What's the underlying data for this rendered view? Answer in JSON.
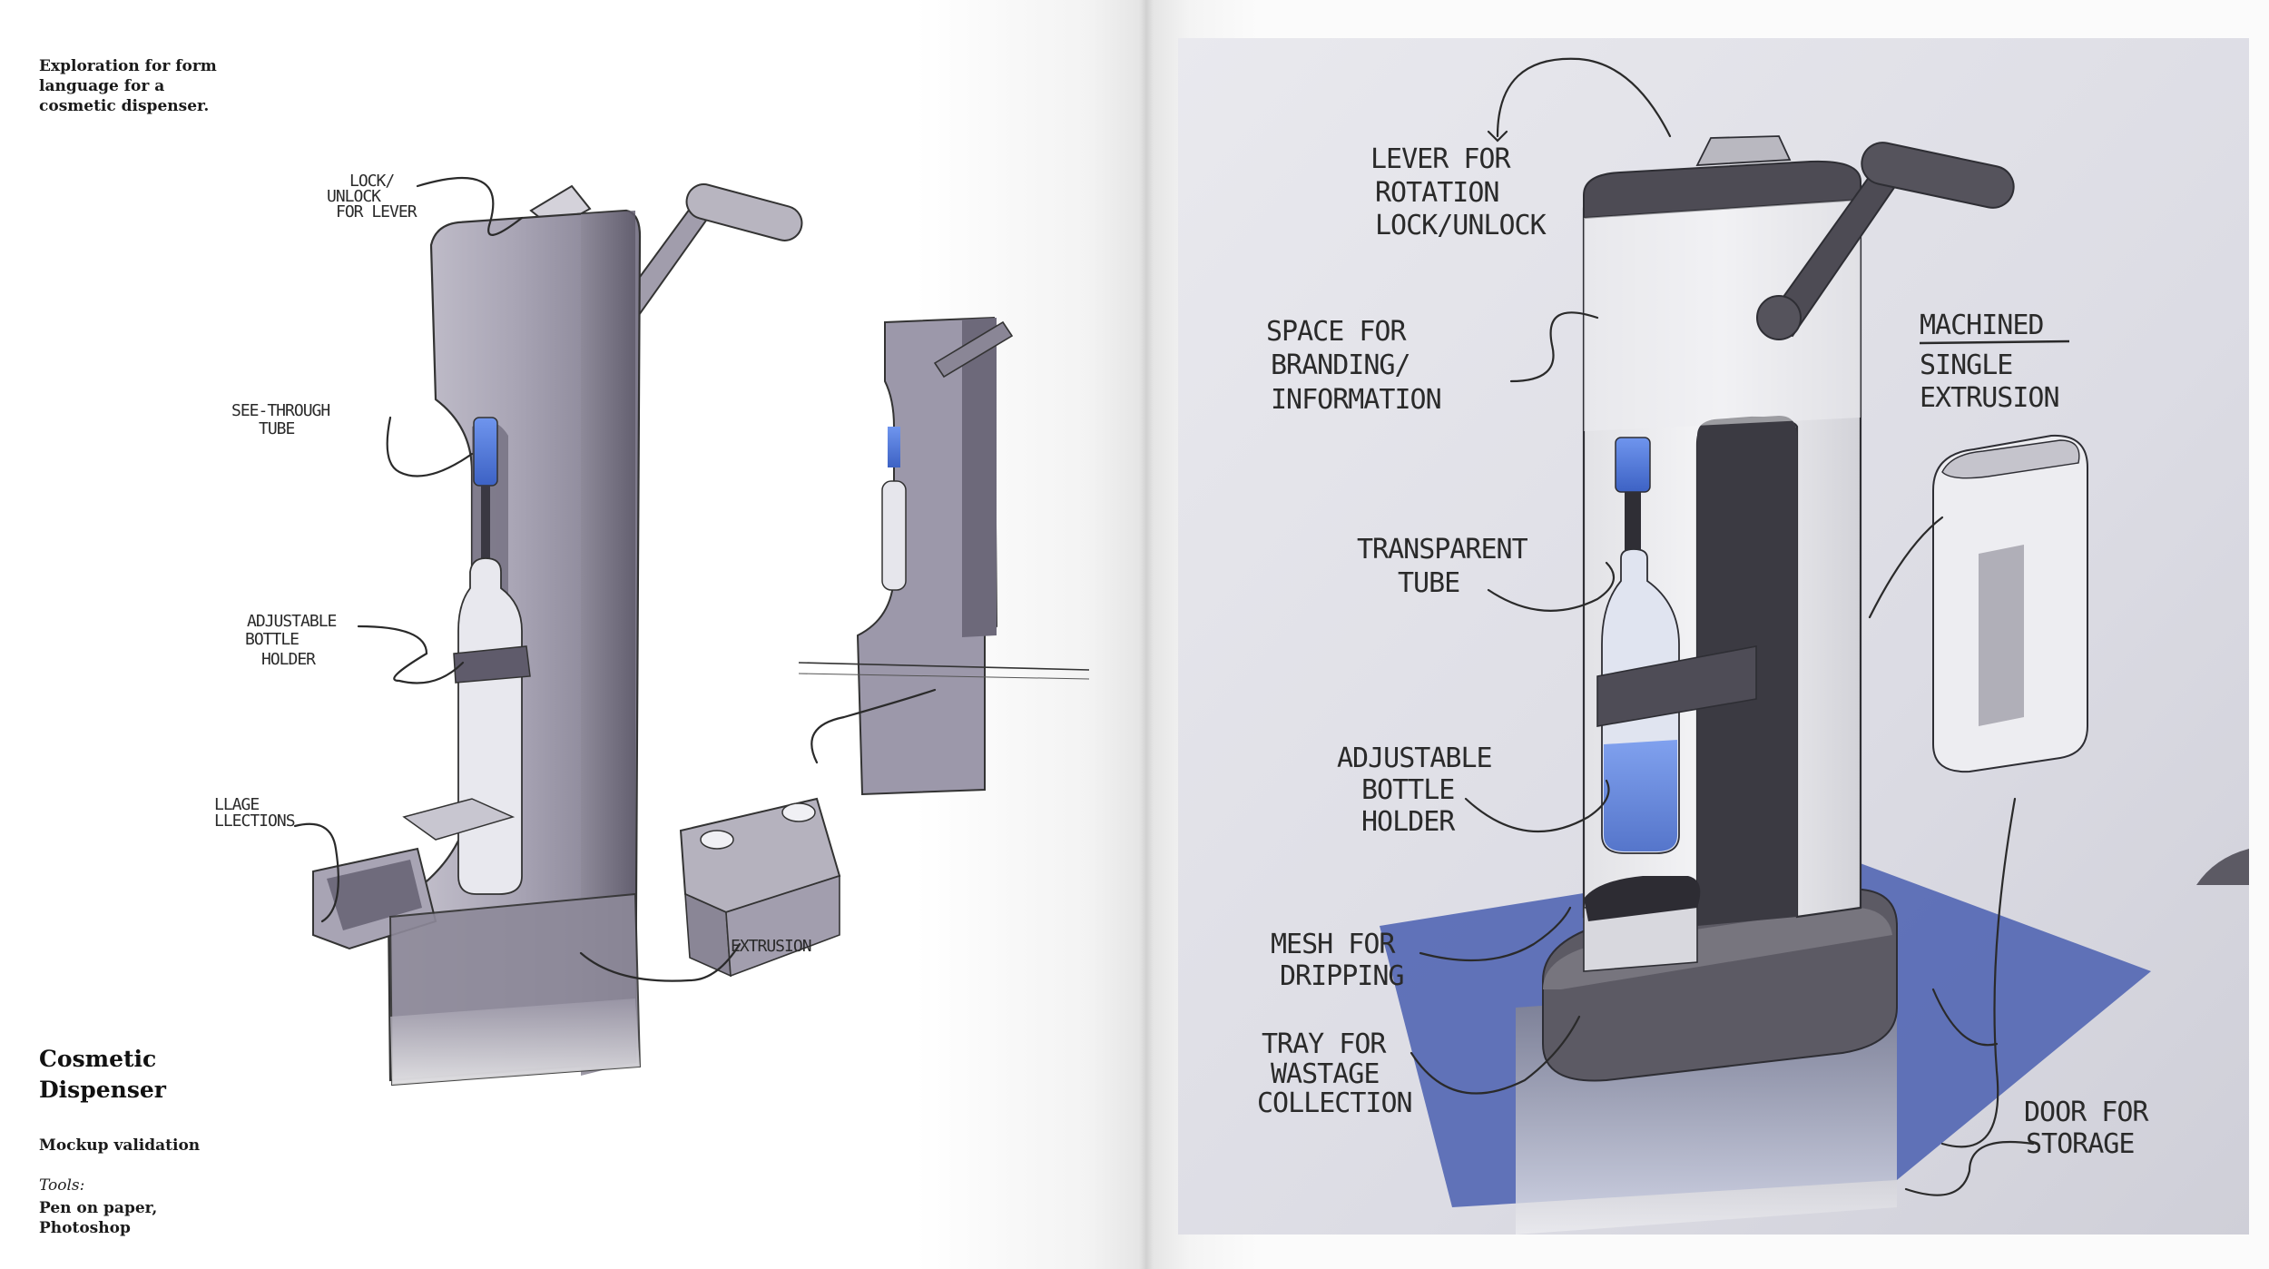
{
  "intro": "Exploration for form language for a cosmetic dispenser.",
  "project": {
    "title": "Cosmetic Dispenser",
    "subtitle": "Mockup validation",
    "tools_label": "Tools:",
    "tools_value": "Pen on paper, Photoshop"
  },
  "left_annotations": {
    "lock": [
      "LOCK/",
      "UNLOCK",
      "FOR LEVER"
    ],
    "tube": [
      "SEE-THROUGH",
      "TUBE"
    ],
    "holder": [
      "ADJUSTABLE",
      "BOTTLE",
      "HOLDER"
    ],
    "wastage": [
      "LLAGE",
      "LLECTIONS"
    ],
    "extrusion": [
      "EXTRUSION"
    ]
  },
  "right_annotations": {
    "lever": [
      "LEVER FOR",
      "ROTATION",
      "LOCK/UNLOCK"
    ],
    "branding": [
      "SPACE FOR",
      "BRANDING/",
      "INFORMATION"
    ],
    "machined_title": "MACHINED",
    "machined_sub": [
      "SINGLE",
      "EXTRUSION"
    ],
    "tube": [
      "TRANSPARENT",
      "TUBE"
    ],
    "holder": [
      "ADJUSTABLE",
      "BOTTLE",
      "HOLDER"
    ],
    "mesh": [
      "MESH FOR",
      "DRIPPING"
    ],
    "tray": [
      "TRAY FOR",
      "WASTAGE",
      "COLLECTION"
    ],
    "door": [
      "DOOR FOR",
      "STORAGE"
    ]
  },
  "colors": {
    "accent_blue": "#4a73d8",
    "floor_blue": "#4a5fb0",
    "body_grey": "#9a96a6",
    "dark_grey": "#55535c"
  }
}
